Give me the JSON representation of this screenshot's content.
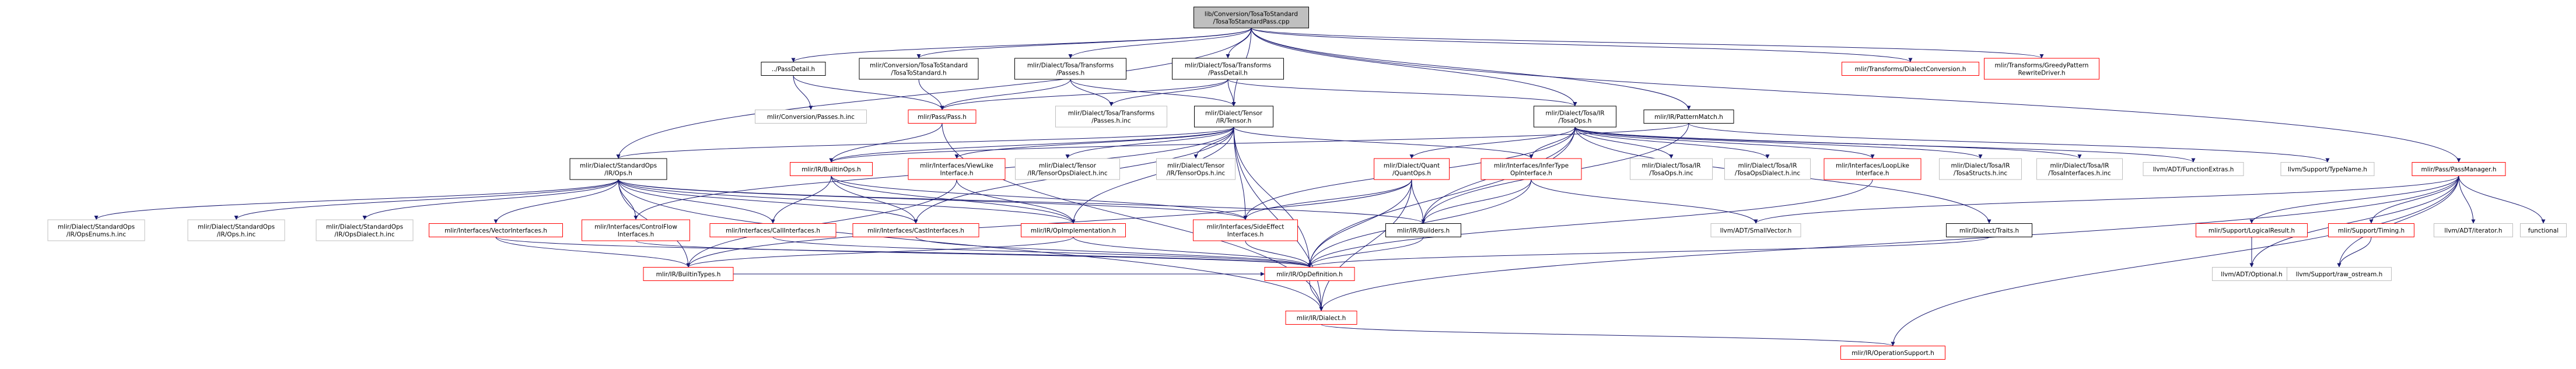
{
  "diagram": {
    "title_node": "lib/Conversion/TosaToStandard/TosaToStandardPass.cpp",
    "colors": {
      "root_fill": "#bfbfbf",
      "node_fill": "#ffffff",
      "border_black": "#000000",
      "border_red": "#ff0000",
      "border_gray": "#bfbfbf",
      "edge": "#191970"
    },
    "nodes": [
      {
        "id": "root",
        "lines": [
          "lib/Conversion/TosaToStandard",
          "/TosaToStandardPass.cpp"
        ],
        "style": "root"
      },
      {
        "id": "passdetail",
        "lines": [
          "../PassDetail.h"
        ],
        "style": "black"
      },
      {
        "id": "convtosa",
        "lines": [
          "mlir/Conversion/TosaToStandard",
          "/TosaToStandard.h"
        ],
        "style": "black"
      },
      {
        "id": "tosatransforms",
        "lines": [
          "mlir/Dialect/Tosa/Transforms",
          "/Passes.h"
        ],
        "style": "black"
      },
      {
        "id": "tosapassdetail",
        "lines": [
          "mlir/Dialect/Tosa/Transforms",
          "/PassDetail.h"
        ],
        "style": "black"
      },
      {
        "id": "dialectconversion",
        "lines": [
          "mlir/Transforms/DialectConversion.h"
        ],
        "style": "red"
      },
      {
        "id": "greedy",
        "lines": [
          "mlir/Transforms/GreedyPattern",
          "RewriteDriver.h"
        ],
        "style": "red"
      },
      {
        "id": "convpassesinc",
        "lines": [
          "mlir/Conversion/Passes.h.inc"
        ],
        "style": "gray"
      },
      {
        "id": "passpass",
        "lines": [
          "mlir/Pass/Pass.h"
        ],
        "style": "red"
      },
      {
        "id": "tosapassesinc",
        "lines": [
          "mlir/Dialect/Tosa/Transforms",
          "/Passes.h.inc"
        ],
        "style": "gray"
      },
      {
        "id": "tensor",
        "lines": [
          "mlir/Dialect/Tensor",
          "/IR/Tensor.h"
        ],
        "style": "black"
      },
      {
        "id": "tosaops",
        "lines": [
          "mlir/Dialect/Tosa/IR",
          "/TosaOps.h"
        ],
        "style": "black"
      },
      {
        "id": "patternmatch",
        "lines": [
          "mlir/IR/PatternMatch.h"
        ],
        "style": "black"
      },
      {
        "id": "stdops",
        "lines": [
          "mlir/Dialect/StandardOps",
          "/IR/Ops.h"
        ],
        "style": "black"
      },
      {
        "id": "builtinops",
        "lines": [
          "mlir/IR/BuiltinOps.h"
        ],
        "style": "red"
      },
      {
        "id": "viewlike",
        "lines": [
          "mlir/Interfaces/ViewLike",
          "Interface.h"
        ],
        "style": "red"
      },
      {
        "id": "tensoropsdialectinc",
        "lines": [
          "mlir/Dialect/Tensor",
          "/IR/TensorOpsDialect.h.inc"
        ],
        "style": "gray"
      },
      {
        "id": "tensoropsinc",
        "lines": [
          "mlir/Dialect/Tensor",
          "/IR/TensorOps.h.inc"
        ],
        "style": "gray"
      },
      {
        "id": "quantops",
        "lines": [
          "mlir/Dialect/Quant",
          "/QuantOps.h"
        ],
        "style": "red"
      },
      {
        "id": "infertype",
        "lines": [
          "mlir/Interfaces/InferType",
          "OpInterface.h"
        ],
        "style": "red"
      },
      {
        "id": "tosaopsinc",
        "lines": [
          "mlir/Dialect/Tosa/IR",
          "/TosaOps.h.inc"
        ],
        "style": "gray"
      },
      {
        "id": "tosaopsdialectinc",
        "lines": [
          "mlir/Dialect/Tosa/IR",
          "/TosaOpsDialect.h.inc"
        ],
        "style": "gray"
      },
      {
        "id": "looplike",
        "lines": [
          "mlir/Interfaces/LoopLike",
          "Interface.h"
        ],
        "style": "red"
      },
      {
        "id": "tosastructs",
        "lines": [
          "mlir/Dialect/Tosa/IR",
          "/TosaStructs.h.inc"
        ],
        "style": "gray"
      },
      {
        "id": "tosainterfaces",
        "lines": [
          "mlir/Dialect/Tosa/IR",
          "/TosaInterfaces.h.inc"
        ],
        "style": "gray"
      },
      {
        "id": "functionextras",
        "lines": [
          "llvm/ADT/FunctionExtras.h"
        ],
        "style": "gray"
      },
      {
        "id": "typename",
        "lines": [
          "llvm/Support/TypeName.h"
        ],
        "style": "gray"
      },
      {
        "id": "passmanager",
        "lines": [
          "mlir/Pass/PassManager.h"
        ],
        "style": "red"
      },
      {
        "id": "opsenumsinc",
        "lines": [
          "mlir/Dialect/StandardOps",
          "/IR/OpsEnums.h.inc"
        ],
        "style": "gray"
      },
      {
        "id": "opsinc",
        "lines": [
          "mlir/Dialect/StandardOps",
          "/IR/Ops.h.inc"
        ],
        "style": "gray"
      },
      {
        "id": "opsdialectinc",
        "lines": [
          "mlir/Dialect/StandardOps",
          "/IR/OpsDialect.h.inc"
        ],
        "style": "gray"
      },
      {
        "id": "vectorinterfaces",
        "lines": [
          "mlir/Interfaces/VectorInterfaces.h"
        ],
        "style": "red"
      },
      {
        "id": "controlflow",
        "lines": [
          "mlir/Interfaces/ControlFlow",
          "Interfaces.h"
        ],
        "style": "red"
      },
      {
        "id": "callinterfaces",
        "lines": [
          "mlir/Interfaces/CallInterfaces.h"
        ],
        "style": "red"
      },
      {
        "id": "castinterfaces",
        "lines": [
          "mlir/Interfaces/CastInterfaces.h"
        ],
        "style": "red"
      },
      {
        "id": "opimplementation",
        "lines": [
          "mlir/IR/OpImplementation.h"
        ],
        "style": "red"
      },
      {
        "id": "sideeffect",
        "lines": [
          "mlir/Interfaces/SideEffect",
          "Interfaces.h"
        ],
        "style": "red"
      },
      {
        "id": "builders",
        "lines": [
          "mlir/IR/Builders.h"
        ],
        "style": "black"
      },
      {
        "id": "smallvector",
        "lines": [
          "llvm/ADT/SmallVector.h"
        ],
        "style": "gray"
      },
      {
        "id": "traits",
        "lines": [
          "mlir/Dialect/Traits.h"
        ],
        "style": "black"
      },
      {
        "id": "logicalresult",
        "lines": [
          "mlir/Support/LogicalResult.h"
        ],
        "style": "red"
      },
      {
        "id": "timing",
        "lines": [
          "mlir/Support/Timing.h"
        ],
        "style": "red"
      },
      {
        "id": "adtiterator",
        "lines": [
          "llvm/ADT/iterator.h"
        ],
        "style": "gray"
      },
      {
        "id": "functional",
        "lines": [
          "functional"
        ],
        "style": "gray"
      },
      {
        "id": "builtintypes",
        "lines": [
          "mlir/IR/BuiltinTypes.h"
        ],
        "style": "red"
      },
      {
        "id": "opdefinition",
        "lines": [
          "mlir/IR/OpDefinition.h"
        ],
        "style": "red"
      },
      {
        "id": "optional",
        "lines": [
          "llvm/ADT/Optional.h"
        ],
        "style": "gray"
      },
      {
        "id": "rawostream",
        "lines": [
          "llvm/Support/raw_ostream.h"
        ],
        "style": "gray"
      },
      {
        "id": "dialect",
        "lines": [
          "mlir/IR/Dialect.h"
        ],
        "style": "red"
      },
      {
        "id": "operationsupport",
        "lines": [
          "mlir/IR/OperationSupport.h"
        ],
        "style": "red"
      }
    ],
    "edges": [
      [
        "root",
        "passdetail"
      ],
      [
        "root",
        "convtosa"
      ],
      [
        "root",
        "tosatransforms"
      ],
      [
        "root",
        "tosapassdetail"
      ],
      [
        "root",
        "tosaops"
      ],
      [
        "root",
        "patternmatch"
      ],
      [
        "root",
        "dialectconversion"
      ],
      [
        "root",
        "greedy"
      ],
      [
        "root",
        "passmanager"
      ],
      [
        "root",
        "stdops"
      ],
      [
        "root",
        "tensor"
      ],
      [
        "passdetail",
        "convpassesinc"
      ],
      [
        "passdetail",
        "passpass"
      ],
      [
        "convtosa",
        "passpass"
      ],
      [
        "tosatransforms",
        "passpass"
      ],
      [
        "tosatransforms",
        "tosapassesinc"
      ],
      [
        "tosatransforms",
        "tensor"
      ],
      [
        "tosapassdetail",
        "passpass"
      ],
      [
        "tosapassdetail",
        "tosapassesinc"
      ],
      [
        "tosapassdetail",
        "tensor"
      ],
      [
        "tosapassdetail",
        "tosaops"
      ],
      [
        "passpass",
        "builtinops"
      ],
      [
        "passpass",
        "dialect"
      ],
      [
        "tensor",
        "stdops"
      ],
      [
        "tensor",
        "builtinops"
      ],
      [
        "tensor",
        "viewlike"
      ],
      [
        "tensor",
        "tensoropsdialectinc"
      ],
      [
        "tensor",
        "tensoropsinc"
      ],
      [
        "tensor",
        "infertype"
      ],
      [
        "tensor",
        "opimplementation"
      ],
      [
        "tensor",
        "sideeffect"
      ],
      [
        "tensor",
        "castinterfaces"
      ],
      [
        "tensor",
        "controlflow"
      ],
      [
        "tensor",
        "opdefinition"
      ],
      [
        "tensor",
        "dialect"
      ],
      [
        "tosaops",
        "quantops"
      ],
      [
        "tosaops",
        "infertype"
      ],
      [
        "tosaops",
        "tosaopsinc"
      ],
      [
        "tosaops",
        "tosaopsdialectinc"
      ],
      [
        "tosaops",
        "looplike"
      ],
      [
        "tosaops",
        "tosastructs"
      ],
      [
        "tosaops",
        "tosainterfaces"
      ],
      [
        "tosaops",
        "traits"
      ],
      [
        "tosaops",
        "functionextras"
      ],
      [
        "tosaops",
        "sideeffect"
      ],
      [
        "tosaops",
        "opdefinition"
      ],
      [
        "tosaops",
        "builders"
      ],
      [
        "patternmatch",
        "builtinops"
      ],
      [
        "patternmatch",
        "typename"
      ],
      [
        "patternmatch",
        "builders"
      ],
      [
        "stdops",
        "opsenumsinc"
      ],
      [
        "stdops",
        "opsinc"
      ],
      [
        "stdops",
        "opsdialectinc"
      ],
      [
        "stdops",
        "vectorinterfaces"
      ],
      [
        "stdops",
        "controlflow"
      ],
      [
        "stdops",
        "callinterfaces"
      ],
      [
        "stdops",
        "castinterfaces"
      ],
      [
        "stdops",
        "opimplementation"
      ],
      [
        "stdops",
        "sideeffect"
      ],
      [
        "stdops",
        "builders"
      ],
      [
        "stdops",
        "builtintypes"
      ],
      [
        "stdops",
        "dialect"
      ],
      [
        "builtinops",
        "callinterfaces"
      ],
      [
        "builtinops",
        "castinterfaces"
      ],
      [
        "builtinops",
        "opimplementation"
      ],
      [
        "builtinops",
        "sideeffect"
      ],
      [
        "viewlike",
        "opimplementation"
      ],
      [
        "viewlike",
        "builtintypes"
      ],
      [
        "quantops",
        "builders"
      ],
      [
        "quantops",
        "opdefinition"
      ],
      [
        "quantops",
        "sideeffect"
      ],
      [
        "quantops",
        "builtintypes"
      ],
      [
        "quantops",
        "dialect"
      ],
      [
        "infertype",
        "builders"
      ],
      [
        "infertype",
        "opdefinition"
      ],
      [
        "infertype",
        "smallvector"
      ],
      [
        "looplike",
        "opdefinition"
      ],
      [
        "traits",
        "opdefinition"
      ],
      [
        "vectorinterfaces",
        "opdefinition"
      ],
      [
        "vectorinterfaces",
        "builtintypes"
      ],
      [
        "controlflow",
        "opdefinition"
      ],
      [
        "callinterfaces",
        "opdefinition"
      ],
      [
        "castinterfaces",
        "opdefinition"
      ],
      [
        "opimplementation",
        "opdefinition"
      ],
      [
        "opimplementation",
        "builtintypes"
      ],
      [
        "sideeffect",
        "opdefinition"
      ],
      [
        "builders",
        "opdefinition"
      ],
      [
        "opdefinition",
        "dialect"
      ],
      [
        "dialect",
        "operationsupport"
      ],
      [
        "passmanager",
        "logicalresult"
      ],
      [
        "passmanager",
        "timing"
      ],
      [
        "passmanager",
        "adtiterator"
      ],
      [
        "passmanager",
        "functional"
      ],
      [
        "passmanager",
        "optional"
      ],
      [
        "passmanager",
        "rawostream"
      ],
      [
        "passmanager",
        "smallvector"
      ],
      [
        "passmanager",
        "dialect"
      ],
      [
        "passmanager",
        "operationsupport"
      ],
      [
        "logicalresult",
        "optional"
      ],
      [
        "timing",
        "rawostream"
      ],
      [
        "builtintypes",
        "opdefinition"
      ]
    ]
  }
}
